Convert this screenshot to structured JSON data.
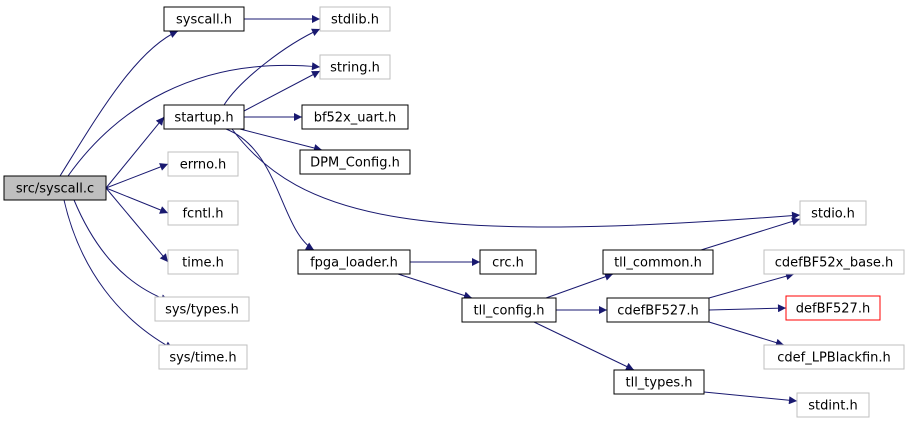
{
  "colors": {
    "edge": "#191970",
    "border_documented": "#000000",
    "border_external": "#bfbfbf",
    "border_missing": "#ff0000",
    "fill_root": "#bfbfbf",
    "fill_default": "#ffffff",
    "text": "#000000"
  },
  "nodes": [
    {
      "id": "syscall_c",
      "label": "src/syscall.c",
      "kind": "root"
    },
    {
      "id": "syscall_h",
      "label": "syscall.h",
      "kind": "documented"
    },
    {
      "id": "stdlib_h",
      "label": "stdlib.h",
      "kind": "external"
    },
    {
      "id": "string_h",
      "label": "string.h",
      "kind": "external"
    },
    {
      "id": "startup_h",
      "label": "startup.h",
      "kind": "documented"
    },
    {
      "id": "bf52x_uart_h",
      "label": "bf52x_uart.h",
      "kind": "documented"
    },
    {
      "id": "dpm_config_h",
      "label": "DPM_Config.h",
      "kind": "documented"
    },
    {
      "id": "errno_h",
      "label": "errno.h",
      "kind": "external"
    },
    {
      "id": "fcntl_h",
      "label": "fcntl.h",
      "kind": "external"
    },
    {
      "id": "time_h",
      "label": "time.h",
      "kind": "external"
    },
    {
      "id": "sys_types_h",
      "label": "sys/types.h",
      "kind": "external"
    },
    {
      "id": "sys_time_h",
      "label": "sys/time.h",
      "kind": "external"
    },
    {
      "id": "stdio_h",
      "label": "stdio.h",
      "kind": "external"
    },
    {
      "id": "fpga_loader_h",
      "label": "fpga_loader.h",
      "kind": "documented"
    },
    {
      "id": "crc_h",
      "label": "crc.h",
      "kind": "documented"
    },
    {
      "id": "tll_common_h",
      "label": "tll_common.h",
      "kind": "documented"
    },
    {
      "id": "tll_config_h",
      "label": "tll_config.h",
      "kind": "documented"
    },
    {
      "id": "cdefbf527_h",
      "label": "cdefBF527.h",
      "kind": "documented"
    },
    {
      "id": "cdefbf52x_base_h",
      "label": "cdefBF52x_base.h",
      "kind": "external"
    },
    {
      "id": "defbf527_h",
      "label": "defBF527.h",
      "kind": "missing"
    },
    {
      "id": "cdef_lpblackfin_h",
      "label": "cdef_LPBlackfin.h",
      "kind": "external"
    },
    {
      "id": "tll_types_h",
      "label": "tll_types.h",
      "kind": "documented"
    },
    {
      "id": "stdint_h",
      "label": "stdint.h",
      "kind": "external"
    }
  ],
  "edges": [
    {
      "from": "syscall_c",
      "to": "syscall_h"
    },
    {
      "from": "syscall_c",
      "to": "string_h"
    },
    {
      "from": "syscall_c",
      "to": "startup_h"
    },
    {
      "from": "syscall_c",
      "to": "errno_h"
    },
    {
      "from": "syscall_c",
      "to": "fcntl_h"
    },
    {
      "from": "syscall_c",
      "to": "time_h"
    },
    {
      "from": "syscall_c",
      "to": "sys_types_h"
    },
    {
      "from": "syscall_c",
      "to": "sys_time_h"
    },
    {
      "from": "syscall_h",
      "to": "stdlib_h"
    },
    {
      "from": "startup_h",
      "to": "stdlib_h"
    },
    {
      "from": "startup_h",
      "to": "string_h"
    },
    {
      "from": "startup_h",
      "to": "bf52x_uart_h"
    },
    {
      "from": "startup_h",
      "to": "dpm_config_h"
    },
    {
      "from": "startup_h",
      "to": "stdio_h"
    },
    {
      "from": "startup_h",
      "to": "fpga_loader_h"
    },
    {
      "from": "fpga_loader_h",
      "to": "crc_h"
    },
    {
      "from": "fpga_loader_h",
      "to": "tll_config_h"
    },
    {
      "from": "tll_config_h",
      "to": "tll_common_h"
    },
    {
      "from": "tll_config_h",
      "to": "cdefbf527_h"
    },
    {
      "from": "tll_config_h",
      "to": "tll_types_h"
    },
    {
      "from": "tll_common_h",
      "to": "stdio_h"
    },
    {
      "from": "cdefbf527_h",
      "to": "cdefbf52x_base_h"
    },
    {
      "from": "cdefbf527_h",
      "to": "defbf527_h"
    },
    {
      "from": "cdefbf527_h",
      "to": "cdef_lpblackfin_h"
    },
    {
      "from": "tll_types_h",
      "to": "stdint_h"
    }
  ]
}
